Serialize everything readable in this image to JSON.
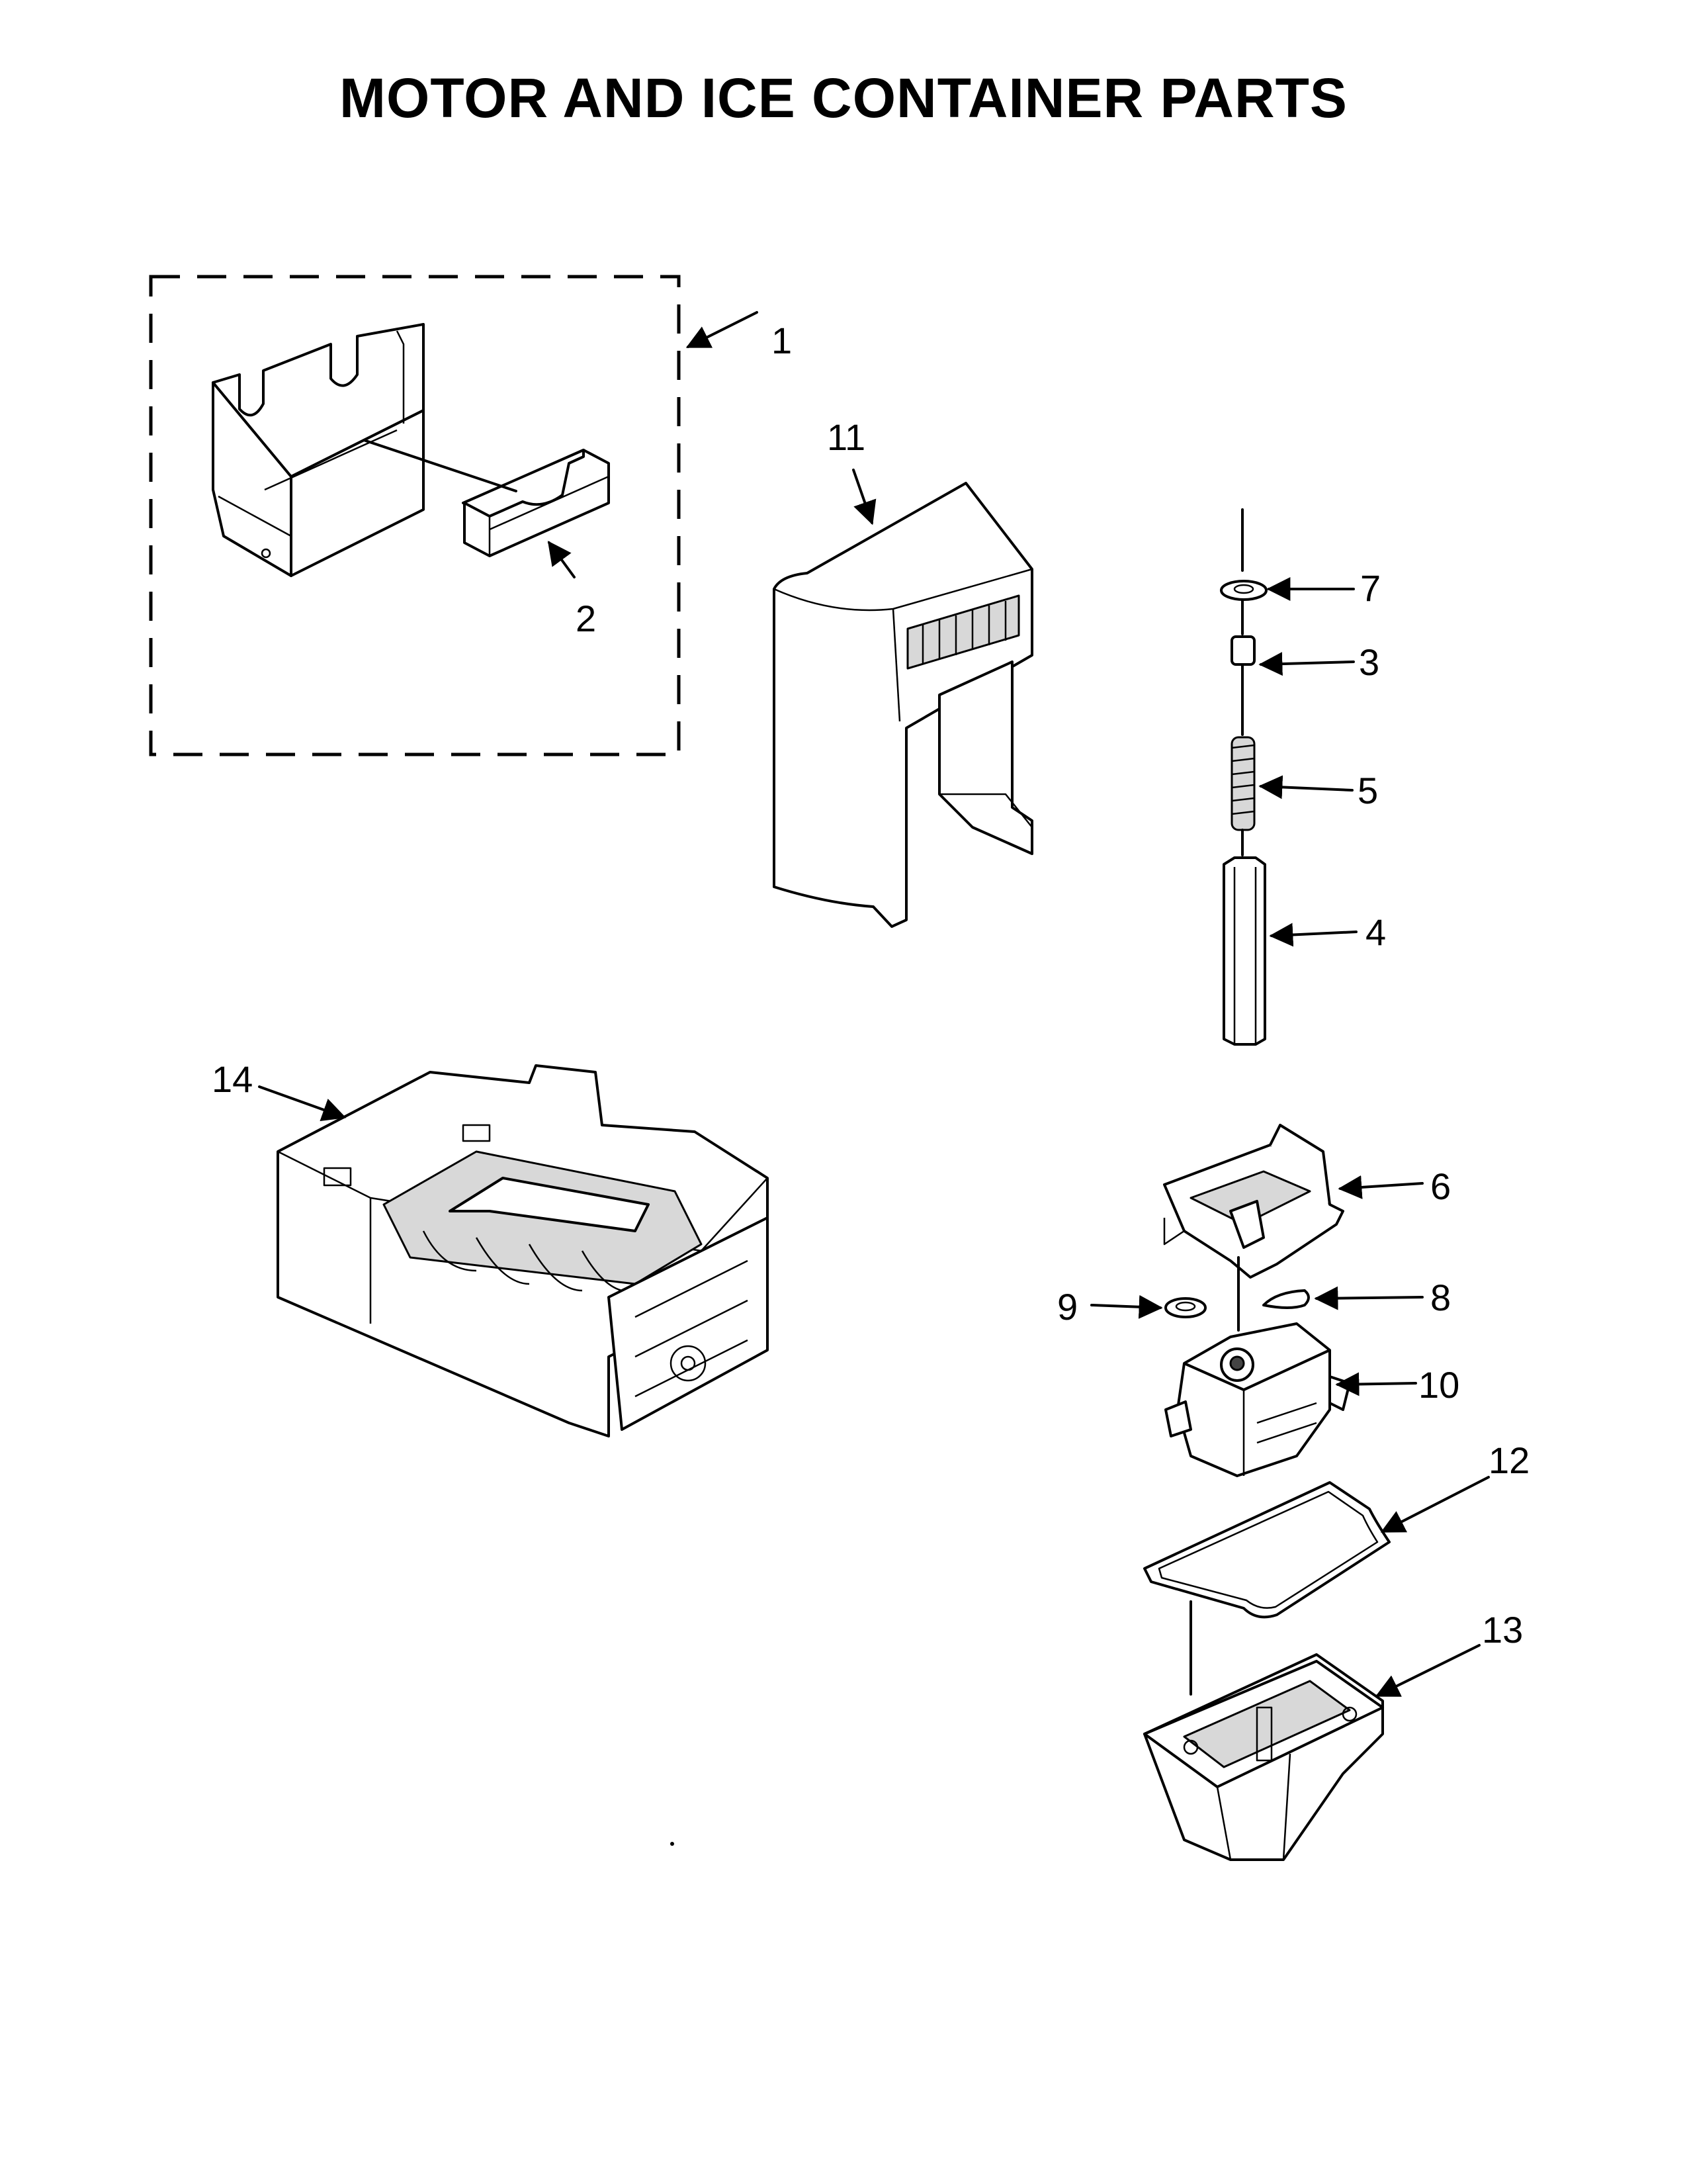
{
  "title": "MOTOR AND ICE CONTAINER PARTS",
  "callouts": [
    {
      "id": "1",
      "label": "1"
    },
    {
      "id": "2",
      "label": "2"
    },
    {
      "id": "3",
      "label": "3"
    },
    {
      "id": "4",
      "label": "4"
    },
    {
      "id": "5",
      "label": "5"
    },
    {
      "id": "6",
      "label": "6"
    },
    {
      "id": "7",
      "label": "7"
    },
    {
      "id": "8",
      "label": "8"
    },
    {
      "id": "9",
      "label": "9"
    },
    {
      "id": "10",
      "label": "10"
    },
    {
      "id": "11",
      "label": "11"
    },
    {
      "id": "12",
      "label": "12"
    },
    {
      "id": "13",
      "label": "13"
    },
    {
      "id": "14",
      "label": "14"
    }
  ]
}
